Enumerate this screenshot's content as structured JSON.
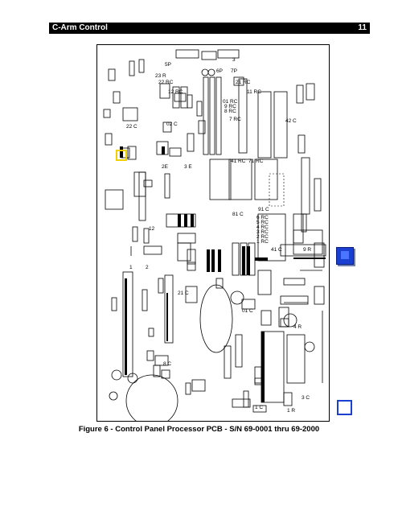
{
  "header": {
    "title": "C-Arm Control",
    "page_number": "11"
  },
  "caption": "Figure 6 - Control Panel Processor PCB - S/N 69-0001 thru 69-2000",
  "pcb_labels": {
    "l5p": "5P",
    "l23r": "23 R",
    "l22rc": "22 RC",
    "l12rc": "12 RC",
    "l6p": "6P",
    "l7p": "7P",
    "l21rc": "21 RC",
    "l11rc": "11 RC",
    "l01rc": "01 RC",
    "l9rc": "9 RC",
    "l8rc": "8 RC",
    "l7rc": "7 RC",
    "l42c": "42 C",
    "l22c": "22 C",
    "l02c": "02 C",
    "l2e": "2E",
    "l3e": "3 E",
    "l41rc": "41 RC",
    "l71rc": "71 RC",
    "l81c": "81 C",
    "l91c": "91 C",
    "l6rc": "6 RC",
    "l5rc": "5 RC",
    "l4rc": "4 RC",
    "l3rc": "3 RC",
    "l2rc": "2 RC",
    "l1rc": "1 RC",
    "l41c": "41 C",
    "l9r": "9 R",
    "l21c": "21 C",
    "l01c": "01 C",
    "l4r": "4 R",
    "l8c": "8 C",
    "l3c": "3 C",
    "l1c": "1 C",
    "l1r": "1 R",
    "l12": "12",
    "l1": "1",
    "l2": "2",
    "l3": "3"
  }
}
